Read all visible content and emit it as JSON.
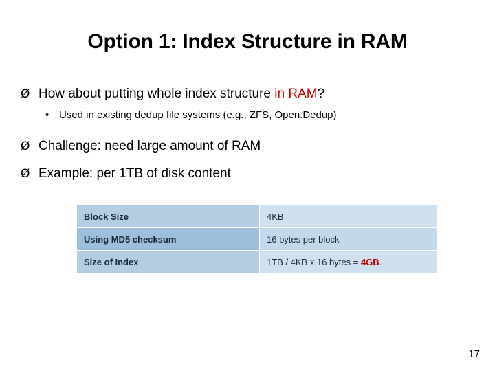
{
  "slide": {
    "title": "Option 1: Index Structure in RAM",
    "page_number": "17",
    "accent_color": "#c00000",
    "bullets": [
      {
        "marker": "Ø",
        "parts": [
          {
            "text": "How about putting whole index structure ",
            "highlight": false
          },
          {
            "text": "in RAM",
            "highlight": true
          },
          {
            "text": "?",
            "highlight": false
          }
        ],
        "sub": {
          "marker": "•",
          "text": "Used in existing dedup file systems (e.g., ZFS, Open.Dedup)"
        }
      },
      {
        "marker": "Ø",
        "parts": [
          {
            "text": "Challenge: need large amount of RAM",
            "highlight": false
          }
        ]
      },
      {
        "marker": "Ø",
        "parts": [
          {
            "text": "Example: per 1TB of disk content",
            "highlight": false
          }
        ]
      }
    ],
    "table": {
      "rows": [
        {
          "label": "Block Size",
          "value_parts": [
            {
              "text": "4KB",
              "highlight": false
            }
          ]
        },
        {
          "label": "Using MD5 checksum",
          "value_parts": [
            {
              "text": "16 bytes per block",
              "highlight": false
            }
          ]
        },
        {
          "label": "Size of Index",
          "value_parts": [
            {
              "text": "1TB / 4KB x 16 bytes = ",
              "highlight": false
            },
            {
              "text": "4GB",
              "highlight": true
            },
            {
              "text": ".",
              "highlight": false
            }
          ]
        }
      ]
    }
  }
}
